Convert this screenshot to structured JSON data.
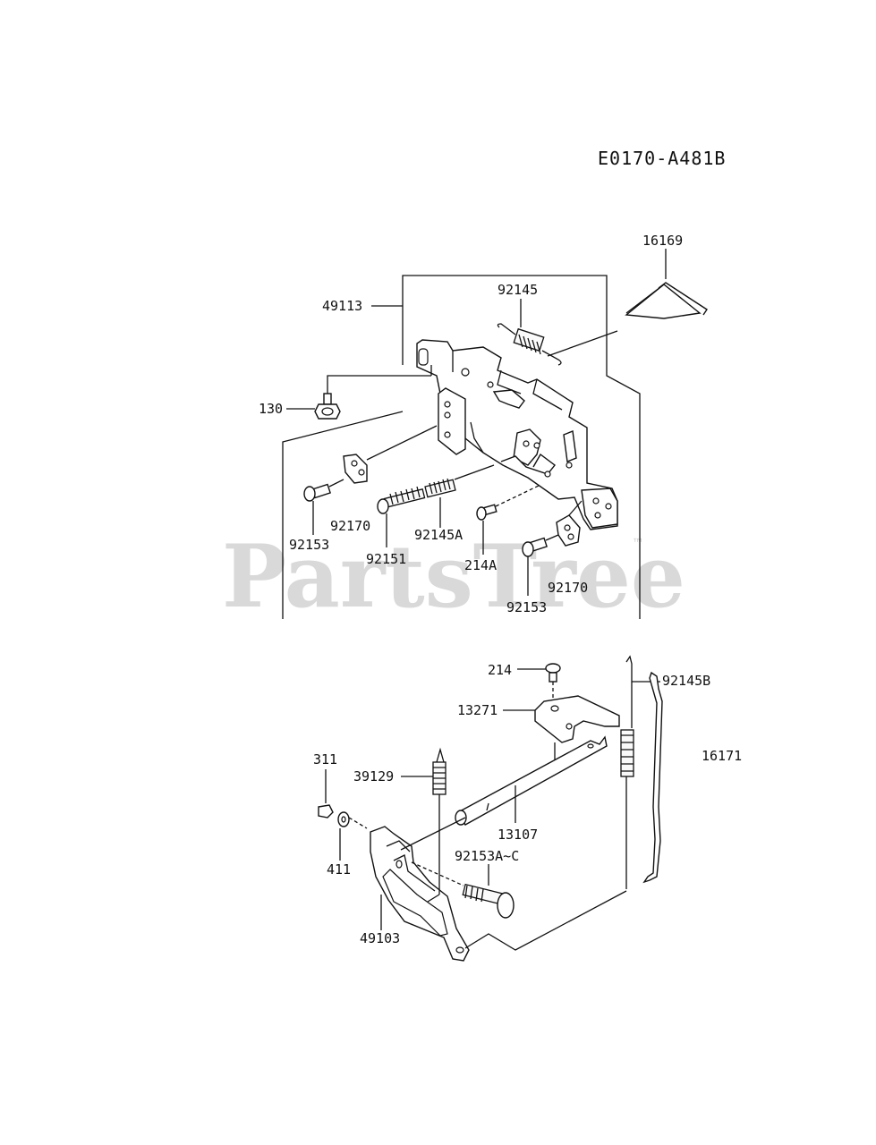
{
  "diagram": {
    "code": "E0170-A481B",
    "watermark": "PartsTree",
    "watermark_tm": "™",
    "labels": {
      "p16169": "16169",
      "p49113": "49113",
      "p92145": "92145",
      "p130": "130",
      "p92170a": "92170",
      "p92153a": "92153",
      "p92151": "92151",
      "p92145A": "92145A",
      "p214A": "214A",
      "p92170b": "92170",
      "p92153b": "92153",
      "p214": "214",
      "p92145B": "92145B",
      "p13271": "13271",
      "p16171": "16171",
      "p311": "311",
      "p39129": "39129",
      "p13107": "13107",
      "p92153Ac": "92153A~C",
      "p411": "411",
      "p49103": "49103"
    }
  }
}
